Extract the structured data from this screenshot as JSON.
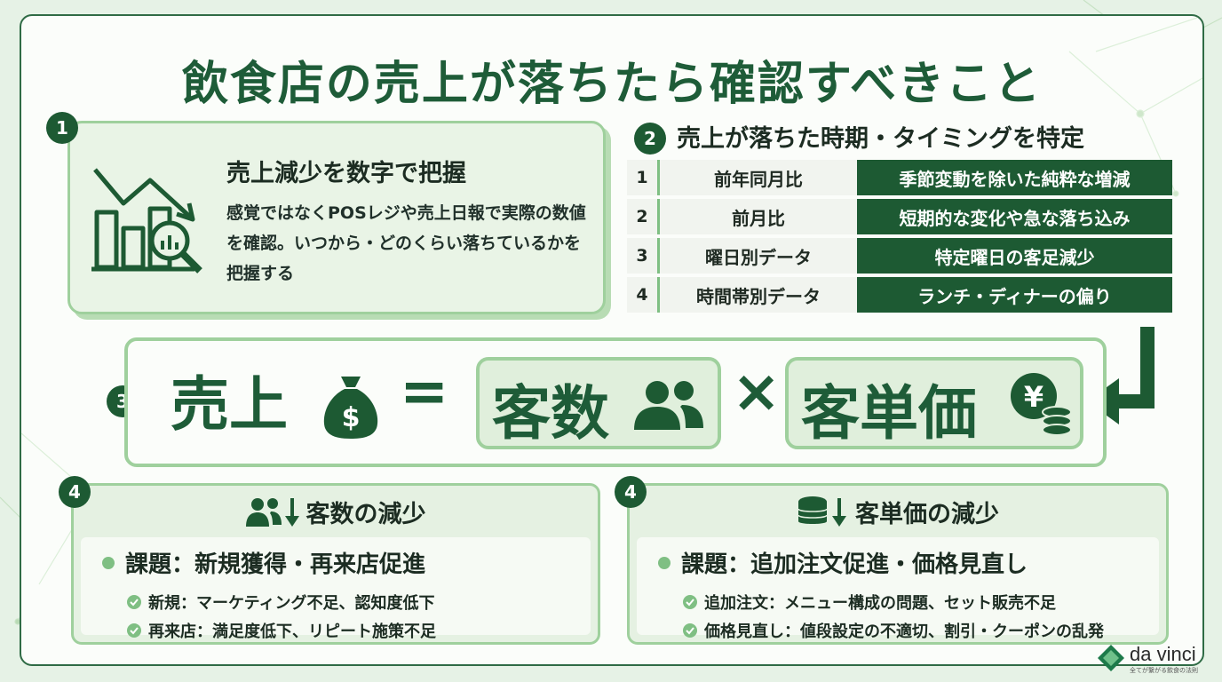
{
  "title": "飲食店の売上が落ちたら確認すべきこと",
  "colors": {
    "dark_green": "#1d5a33",
    "accent_green": "#9fd09d",
    "light_green": "#e9f4e6"
  },
  "section1": {
    "badge": "1",
    "heading": "売上減少を数字で把握",
    "description": "感覚ではなくPOSレジや売上日報で実際の数値を確認。いつから・どのくらい落ちているかを把握する",
    "icon": "bar-chart-magnifier-icon"
  },
  "section2": {
    "badge": "2",
    "heading": "売上が落ちた時期・タイミングを特定",
    "rows": [
      {
        "num": "1",
        "label": "前年同月比",
        "desc": "季節変動を除いた純粋な増減"
      },
      {
        "num": "2",
        "label": "前月比",
        "desc": "短期的な変化や急な落ち込み"
      },
      {
        "num": "3",
        "label": "曜日別データ",
        "desc": "特定曜日の客足減少"
      },
      {
        "num": "4",
        "label": "時間帯別データ",
        "desc": "ランチ・ディナーの偏り"
      }
    ]
  },
  "section3": {
    "badge": "3",
    "sales": "売上",
    "equals": "=",
    "customers": "客数",
    "times": "×",
    "unit_price": "客単価",
    "icons": [
      "money-bag-icon",
      "people-icon",
      "yen-coins-icon"
    ]
  },
  "section4_left": {
    "badge": "4",
    "heading": "客数の減少",
    "main": "課題：新規獲得・再来店促進",
    "subs": [
      "新規：マーケティング不足、認知度低下",
      "再来店：満足度低下、リピート施策不足"
    ]
  },
  "section4_right": {
    "badge": "4",
    "heading": "客単価の減少",
    "main": "課題：追加注文促進・価格見直し",
    "subs": [
      "追加注文：メニュー構成の問題、セット販売不足",
      "価格見直し：値段設定の不適切、割引・クーポンの乱発"
    ]
  },
  "logo": {
    "name": "da vinci",
    "tagline": "全てが繋がる飲食の法則"
  }
}
